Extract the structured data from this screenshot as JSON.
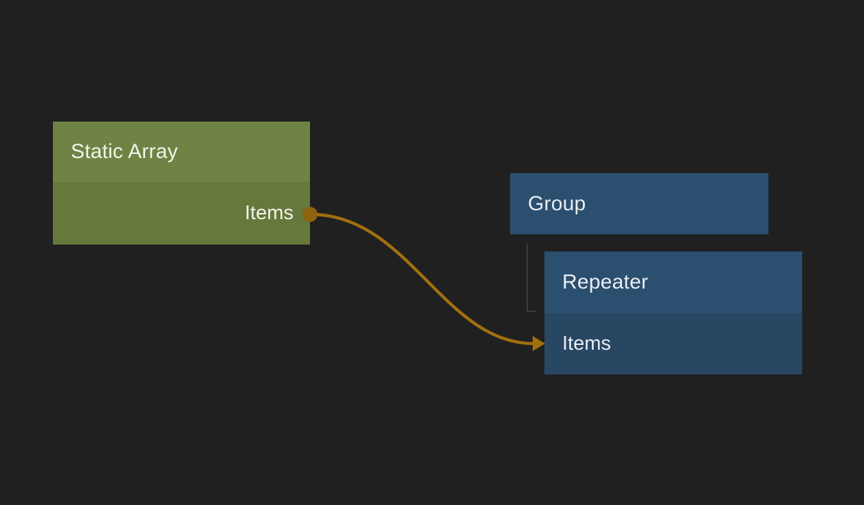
{
  "colors": {
    "background": "#202020",
    "array_node_header": "#6f8444",
    "array_node_body": "#66793c",
    "group_node_header": "#2b4f6e",
    "group_node_body": "#274763",
    "edge": "#a0700f",
    "port_dot": "#8d630e",
    "indent_line": "#3b3b3b",
    "text_on_green": "#f2f3ec",
    "text_on_blue": "#e9edf2"
  },
  "nodes": {
    "static_array": {
      "title": "Static Array",
      "output_port": {
        "label": "Items"
      }
    },
    "group": {
      "title": "Group"
    },
    "repeater": {
      "title": "Repeater",
      "input_port": {
        "label": "Items"
      }
    }
  },
  "edges": [
    {
      "from": "Static Array.Items",
      "to": "Repeater.Items"
    }
  ],
  "hierarchy": [
    {
      "parent": "Group",
      "child": "Repeater"
    }
  ]
}
